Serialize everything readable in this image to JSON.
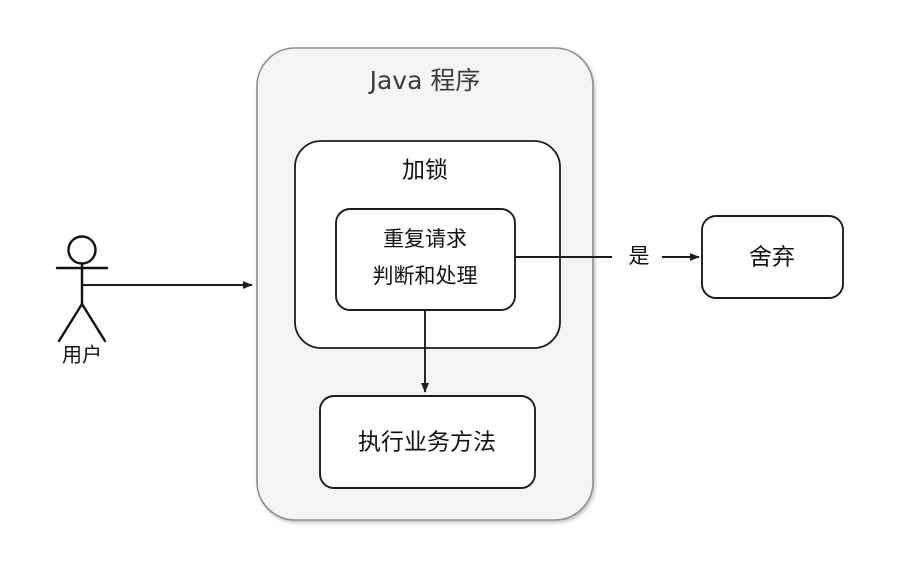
{
  "diagram": {
    "type": "flowchart",
    "background": "#ffffff",
    "container": {
      "title": "Java 程序",
      "fill": "#f4f4f4",
      "stroke": "#8d8d8d"
    },
    "group": {
      "title": "加锁",
      "fill": "#ffffff",
      "stroke": "#1d1d1d"
    },
    "nodes": [
      {
        "id": "dedupe",
        "line1": "重复请求",
        "line2": "判断和处理"
      },
      {
        "id": "business",
        "label": "执行业务方法"
      },
      {
        "id": "discard",
        "label": "舍弃"
      }
    ],
    "actor": {
      "label": "用户",
      "icon": "stick-figure-icon"
    },
    "edges": [
      {
        "id": "user-to-program",
        "label": "",
        "from": "用户",
        "to": "Java 程序"
      },
      {
        "id": "dedupe-to-discard",
        "label": "是",
        "from": "重复请求判断和处理",
        "to": "舍弃"
      },
      {
        "id": "dedupe-to-business",
        "label": "",
        "from": "重复请求判断和处理",
        "to": "执行业务方法"
      }
    ]
  }
}
